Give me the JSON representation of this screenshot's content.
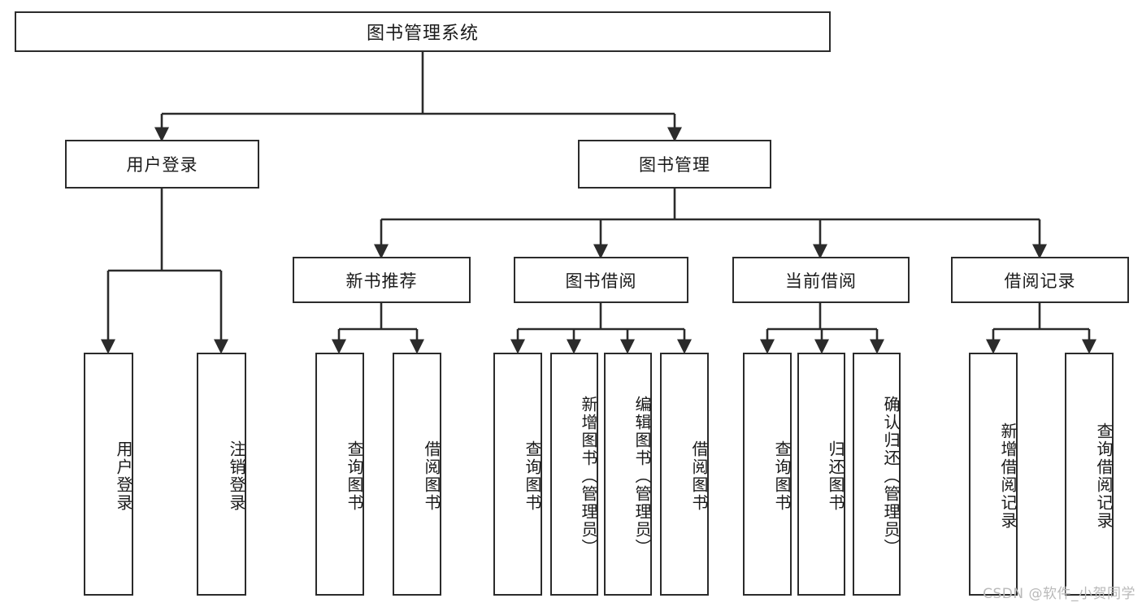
{
  "diagram": {
    "title": "图书管理系统",
    "type": "hierarchy-tree",
    "watermark": "CSDN @软件_小贺同学",
    "colors": {
      "stroke": "#2b2b2b",
      "fill": "#ffffff",
      "text": "#1a1a1a",
      "watermark": "#b9b9b9"
    },
    "levels": {
      "root": "图书管理系统",
      "level2": [
        "用户登录",
        "图书管理"
      ],
      "level3": [
        "新书推荐",
        "图书借阅",
        "当前借阅",
        "借阅记录"
      ]
    },
    "nodes": {
      "root": {
        "label": "图书管理系统"
      },
      "user_login": {
        "label": "用户登录"
      },
      "book_manage": {
        "label": "图书管理"
      },
      "new_book_rec": {
        "label": "新书推荐"
      },
      "book_borrow": {
        "label": "图书借阅"
      },
      "current_borrow": {
        "label": "当前借阅"
      },
      "borrow_record": {
        "label": "借阅记录"
      },
      "leaf_user_login": {
        "label": "用户登录"
      },
      "leaf_logout": {
        "label": "注销登录"
      },
      "leaf_query_book_a": {
        "label": "查询图书"
      },
      "leaf_borrow_book_a": {
        "label": "借阅图书"
      },
      "leaf_query_book_b": {
        "label": "查询图书"
      },
      "leaf_add_book": {
        "label": "新增图书（管理员）"
      },
      "leaf_edit_book": {
        "label": "编辑图书（管理员）"
      },
      "leaf_borrow_book_b": {
        "label": "借阅图书"
      },
      "leaf_query_book_c": {
        "label": "查询图书"
      },
      "leaf_return_book": {
        "label": "归还图书"
      },
      "leaf_confirm_return": {
        "label": "确认归还（管理员）"
      },
      "leaf_add_record": {
        "label": "新增借阅记录"
      },
      "leaf_query_record": {
        "label": "查询借阅记录"
      }
    },
    "edges": [
      {
        "from": "root",
        "to": "user_login"
      },
      {
        "from": "root",
        "to": "book_manage"
      },
      {
        "from": "user_login",
        "to": "leaf_user_login"
      },
      {
        "from": "user_login",
        "to": "leaf_logout"
      },
      {
        "from": "book_manage",
        "to": "new_book_rec"
      },
      {
        "from": "book_manage",
        "to": "book_borrow"
      },
      {
        "from": "book_manage",
        "to": "current_borrow"
      },
      {
        "from": "book_manage",
        "to": "borrow_record"
      },
      {
        "from": "new_book_rec",
        "to": "leaf_query_book_a"
      },
      {
        "from": "new_book_rec",
        "to": "leaf_borrow_book_a"
      },
      {
        "from": "book_borrow",
        "to": "leaf_query_book_b"
      },
      {
        "from": "book_borrow",
        "to": "leaf_add_book"
      },
      {
        "from": "book_borrow",
        "to": "leaf_edit_book"
      },
      {
        "from": "book_borrow",
        "to": "leaf_borrow_book_b"
      },
      {
        "from": "current_borrow",
        "to": "leaf_query_book_c"
      },
      {
        "from": "current_borrow",
        "to": "leaf_return_book"
      },
      {
        "from": "current_borrow",
        "to": "leaf_confirm_return"
      },
      {
        "from": "borrow_record",
        "to": "leaf_add_record"
      },
      {
        "from": "borrow_record",
        "to": "leaf_query_record"
      }
    ]
  }
}
